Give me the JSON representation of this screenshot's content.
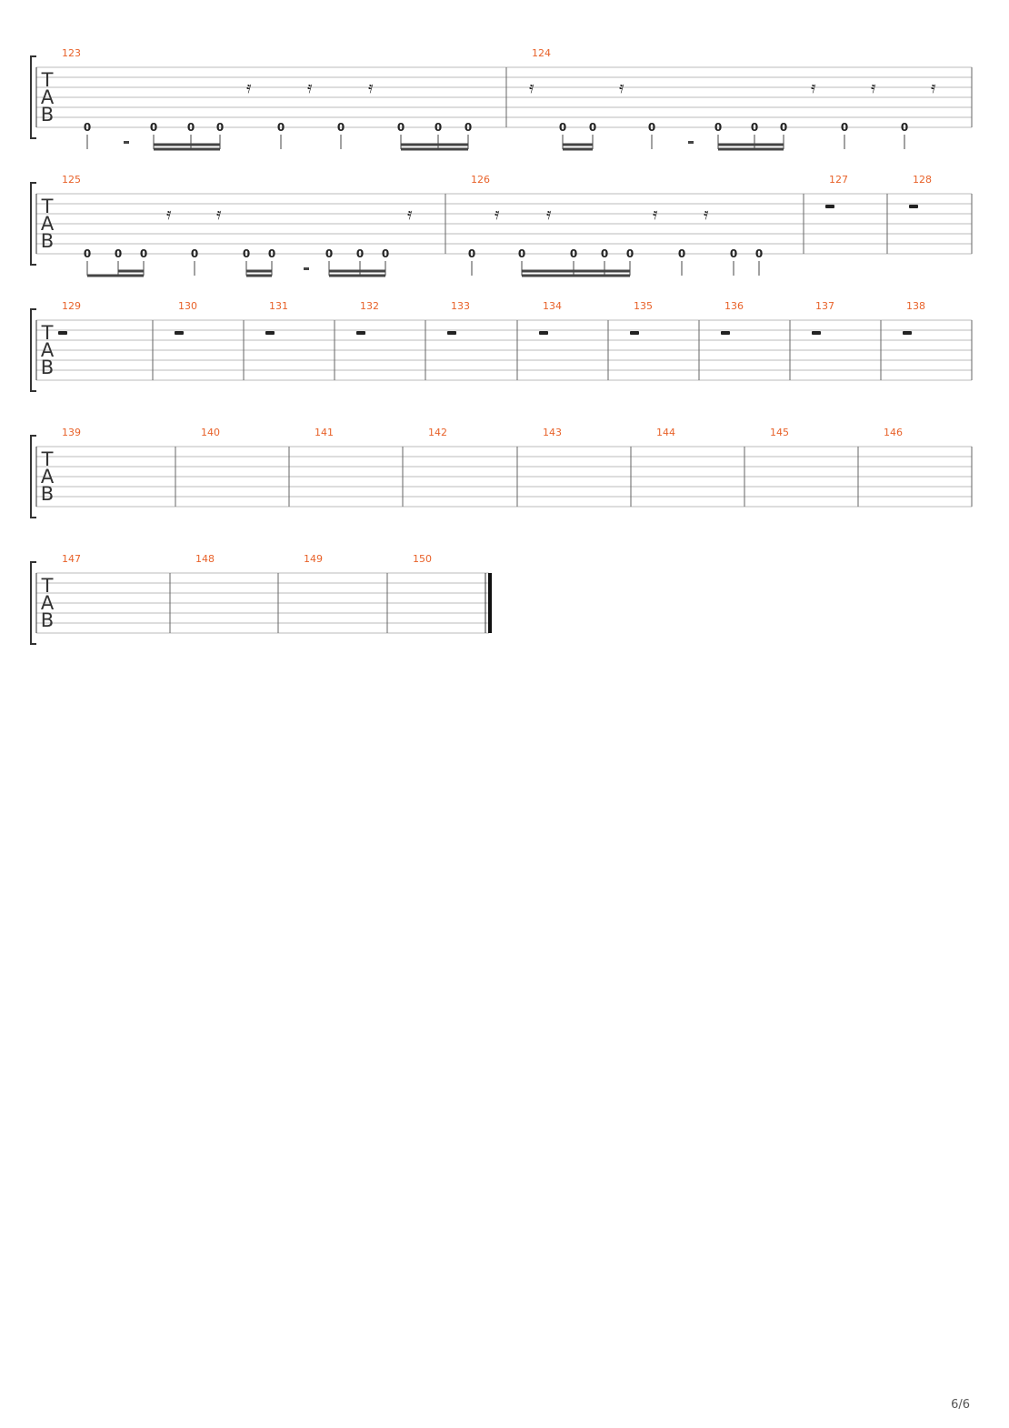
{
  "tab_clef_letters": [
    "T",
    "A",
    "B"
  ],
  "fret_value": "0",
  "page_number": "6/6",
  "systems": [
    {
      "measures": [
        {
          "number": "123",
          "notes": [
            [
              "e",
              true
            ],
            [
              "es",
              false
            ],
            [
              "s",
              true
            ],
            [
              "s",
              true
            ],
            [
              "s",
              true
            ],
            [
              "r",
              false
            ],
            [
              "s",
              true
            ],
            [
              "r",
              false
            ],
            [
              "s",
              true
            ],
            [
              "r",
              false
            ],
            [
              "s",
              true
            ],
            [
              "s",
              true
            ],
            [
              "s",
              true
            ]
          ]
        },
        {
          "number": "124",
          "notes": [
            [
              "r",
              false
            ],
            [
              "s",
              true
            ],
            [
              "s",
              true
            ],
            [
              "r",
              false
            ],
            [
              "e",
              true
            ],
            [
              "es",
              false
            ],
            [
              "s",
              true
            ],
            [
              "s",
              true
            ],
            [
              "s",
              true
            ],
            [
              "r",
              false
            ],
            [
              "s",
              true
            ],
            [
              "r",
              false
            ],
            [
              "s",
              true
            ],
            [
              "r",
              false
            ]
          ]
        }
      ]
    },
    {
      "measures": [
        {
          "number": "125",
          "notes": [
            [
              "e",
              true
            ],
            [
              "s",
              true
            ],
            [
              "s",
              true
            ],
            [
              "r",
              false
            ],
            [
              "s",
              true
            ],
            [
              "r",
              false
            ],
            [
              "s",
              true
            ],
            [
              "e",
              true
            ],
            [
              "es",
              false
            ],
            [
              "s",
              true
            ],
            [
              "s",
              true
            ],
            [
              "s",
              true
            ],
            [
              "r",
              false
            ]
          ]
        },
        {
          "number": "126",
          "notes": [
            [
              "r",
              false
            ],
            [
              "s",
              true
            ],
            [
              "r",
              false
            ],
            [
              "s",
              true
            ],
            [
              "e",
              true
            ],
            [
              "s",
              true
            ],
            [
              "s",
              true
            ],
            [
              "r",
              false
            ],
            [
              "s",
              true
            ],
            [
              "r",
              false
            ],
            [
              "s",
              true
            ],
            [
              "q",
              true
            ]
          ]
        }
      ]
    },
    {
      "measures": [
        {
          "number": "127",
          "rest": true
        },
        {
          "number": "128",
          "rest": true
        }
      ]
    },
    {
      "measures": [
        {
          "number": "129",
          "rest": true
        },
        {
          "number": "130",
          "rest": true
        },
        {
          "number": "131",
          "rest": true
        },
        {
          "number": "132",
          "rest": true
        },
        {
          "number": "133",
          "rest": true
        },
        {
          "number": "134",
          "rest": true
        },
        {
          "number": "135",
          "rest": true
        },
        {
          "number": "136",
          "rest": true
        },
        {
          "number": "137",
          "rest": true
        },
        {
          "number": "138",
          "rest": true
        }
      ]
    },
    {
      "measures": [
        {
          "number": "139",
          "rest": false
        },
        {
          "number": "140",
          "rest": false
        },
        {
          "number": "141",
          "rest": false
        },
        {
          "number": "142",
          "rest": false
        },
        {
          "number": "143",
          "rest": false
        },
        {
          "number": "144",
          "rest": false
        },
        {
          "number": "145",
          "rest": false
        },
        {
          "number": "146",
          "rest": false
        }
      ]
    },
    {
      "measures": [
        {
          "number": "147",
          "rest": false
        },
        {
          "number": "148",
          "rest": false
        },
        {
          "number": "149",
          "rest": false
        },
        {
          "number": "150",
          "rest": false
        }
      ],
      "final_barline": true
    }
  ],
  "colors": {
    "measure_number": "#e8622a",
    "staff_line": "#bbbbbb",
    "ink": "#333333"
  }
}
